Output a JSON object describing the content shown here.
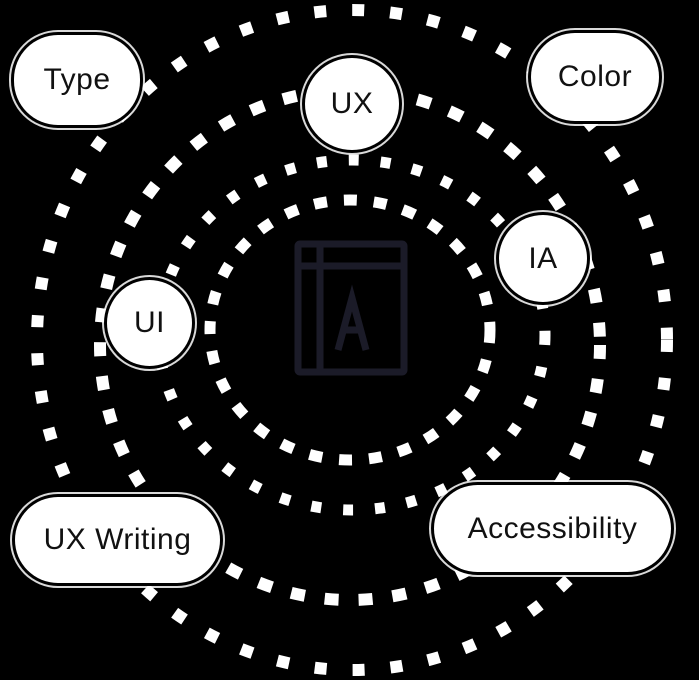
{
  "nodes": {
    "type": "Type",
    "ux": "UX",
    "color": "Color",
    "ia": "IA",
    "ui": "UI",
    "ux_writing": "UX Writing",
    "accessibility": "Accessibility"
  },
  "center_icon": "accessibility-book-icon",
  "colors": {
    "background": "#000000",
    "orbit": "#ffffff",
    "node_fill": "#ffffff",
    "node_text": "#111111",
    "icon": "#1b1b28"
  }
}
